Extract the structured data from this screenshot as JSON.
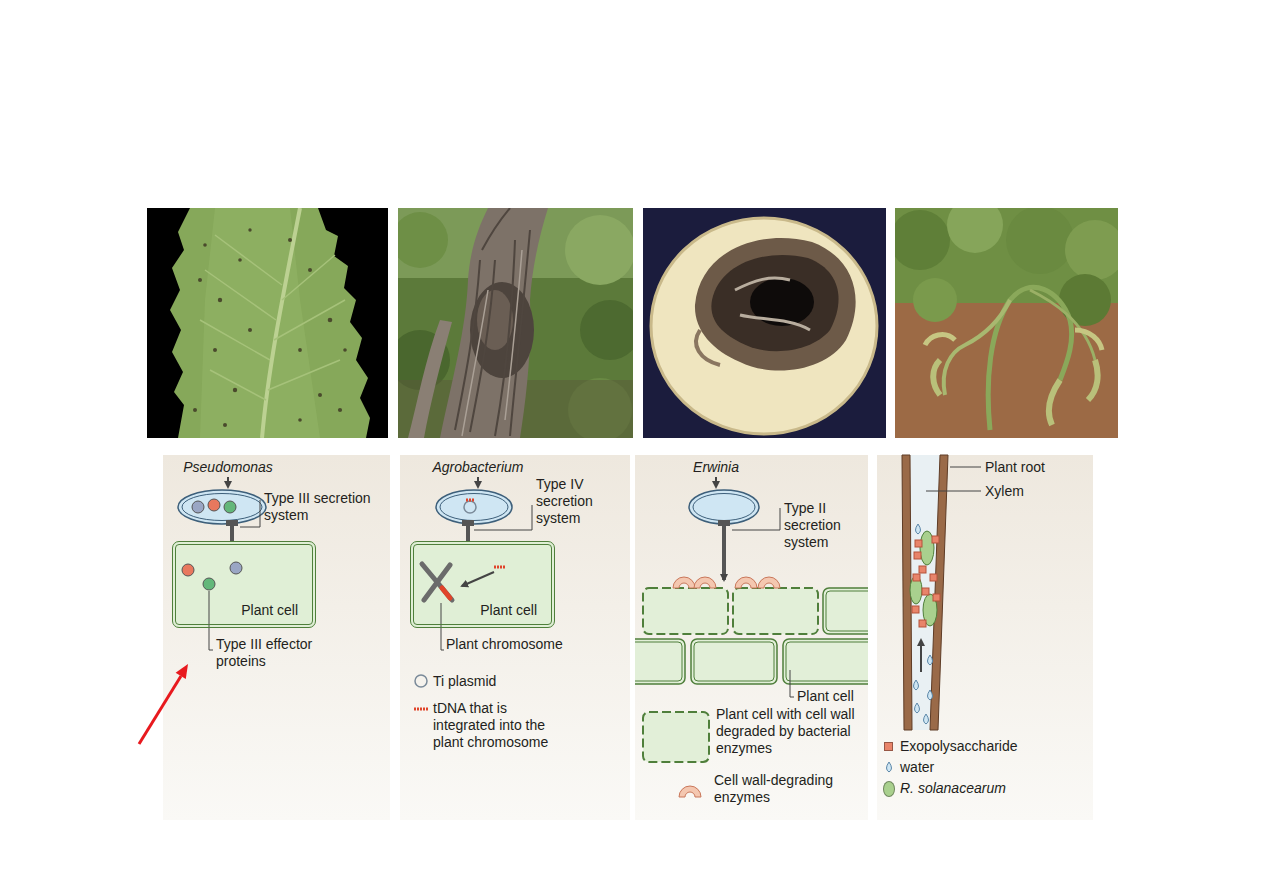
{
  "diagram": {
    "nodes": [
      {
        "text": [
          "Plant cell"
        ]
      },
      {
        "text": [
          "Plant cell"
        ]
      }
    ],
    "labels": [
      "Pseudomonas",
      "Type III secretion system",
      "Type III effector proteins",
      "Agrobacterium",
      "Type IV secretion system",
      "Plant chromosome",
      "Erwinia",
      "Type II secretion system",
      "Plant cell",
      "Plant root",
      "Xylem"
    ],
    "legend": [
      {
        "text": "Ti plasmid"
      },
      {
        "text": "tDNA that is integrated into the plant chromosome"
      },
      {
        "text": "Plant cell with cell wall degraded by bacterial enzymes"
      },
      {
        "text": "Cell wall-degrading enzymes"
      },
      {
        "text": "Exopolysaccharide",
        "color": "#e8846a"
      },
      {
        "text": "water"
      },
      {
        "text": "R. solanacearum",
        "color": "#a9d08e"
      }
    ]
  }
}
